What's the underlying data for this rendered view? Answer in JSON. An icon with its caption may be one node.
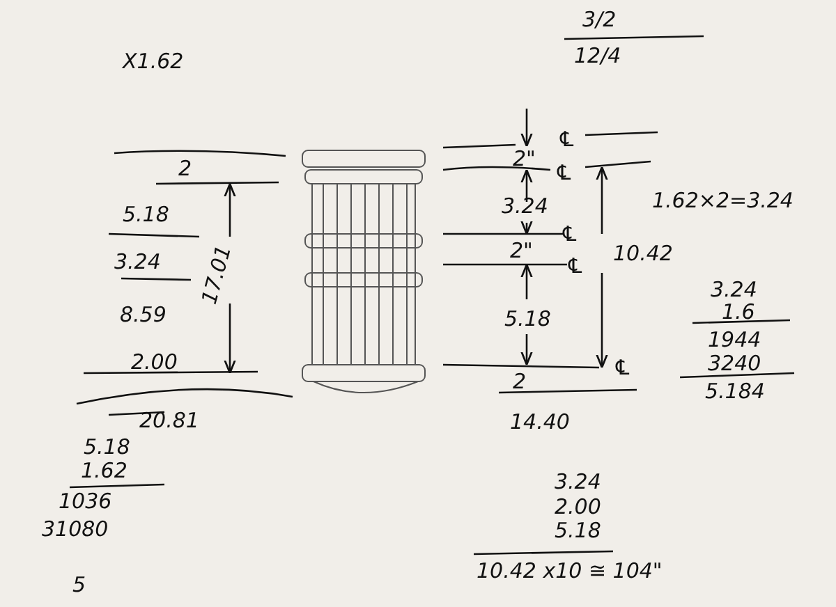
{
  "diagram": {
    "labels": [
      "X1.62",
      "3/2",
      "12/4",
      "2",
      "5.18",
      "3.24",
      "17.01",
      "8.59",
      "2.00",
      "20.81",
      "2\"",
      "℄",
      "℄",
      "3.24",
      "℄",
      "2\"",
      "℄",
      "10.42",
      "1.62×2=3.24",
      "5.18",
      "℄",
      "2",
      "3.24",
      "1.6",
      "1944",
      "3240",
      "5.184",
      "14.40",
      "5.18",
      "1.62",
      "1036",
      "31080",
      "3.24",
      "2.00",
      "5.18",
      "5",
      "10.42 x10 ≅ 104\""
    ]
  }
}
